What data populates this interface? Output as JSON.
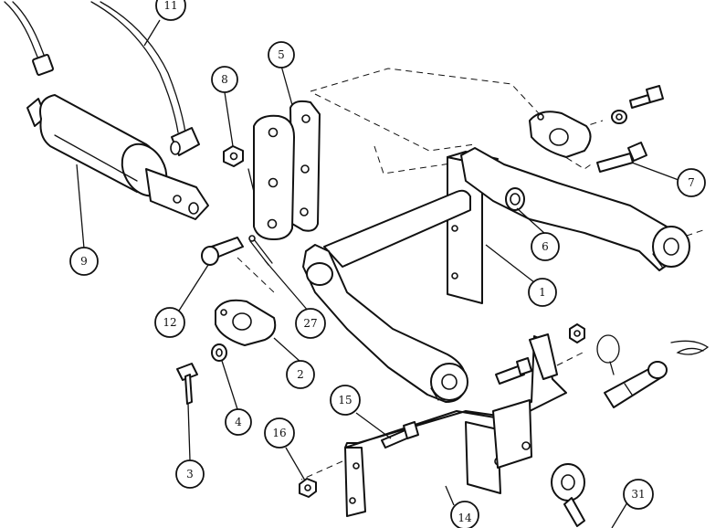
{
  "callouts": {
    "c1": "1",
    "c2": "2",
    "c3": "3",
    "c4": "4",
    "c5": "5",
    "c6": "6",
    "c7": "7",
    "c8": "8",
    "c9": "9",
    "c11": "11",
    "c12": "12",
    "c14": "14",
    "c15": "15",
    "c16": "16",
    "c27": "27",
    "c31": "31"
  }
}
